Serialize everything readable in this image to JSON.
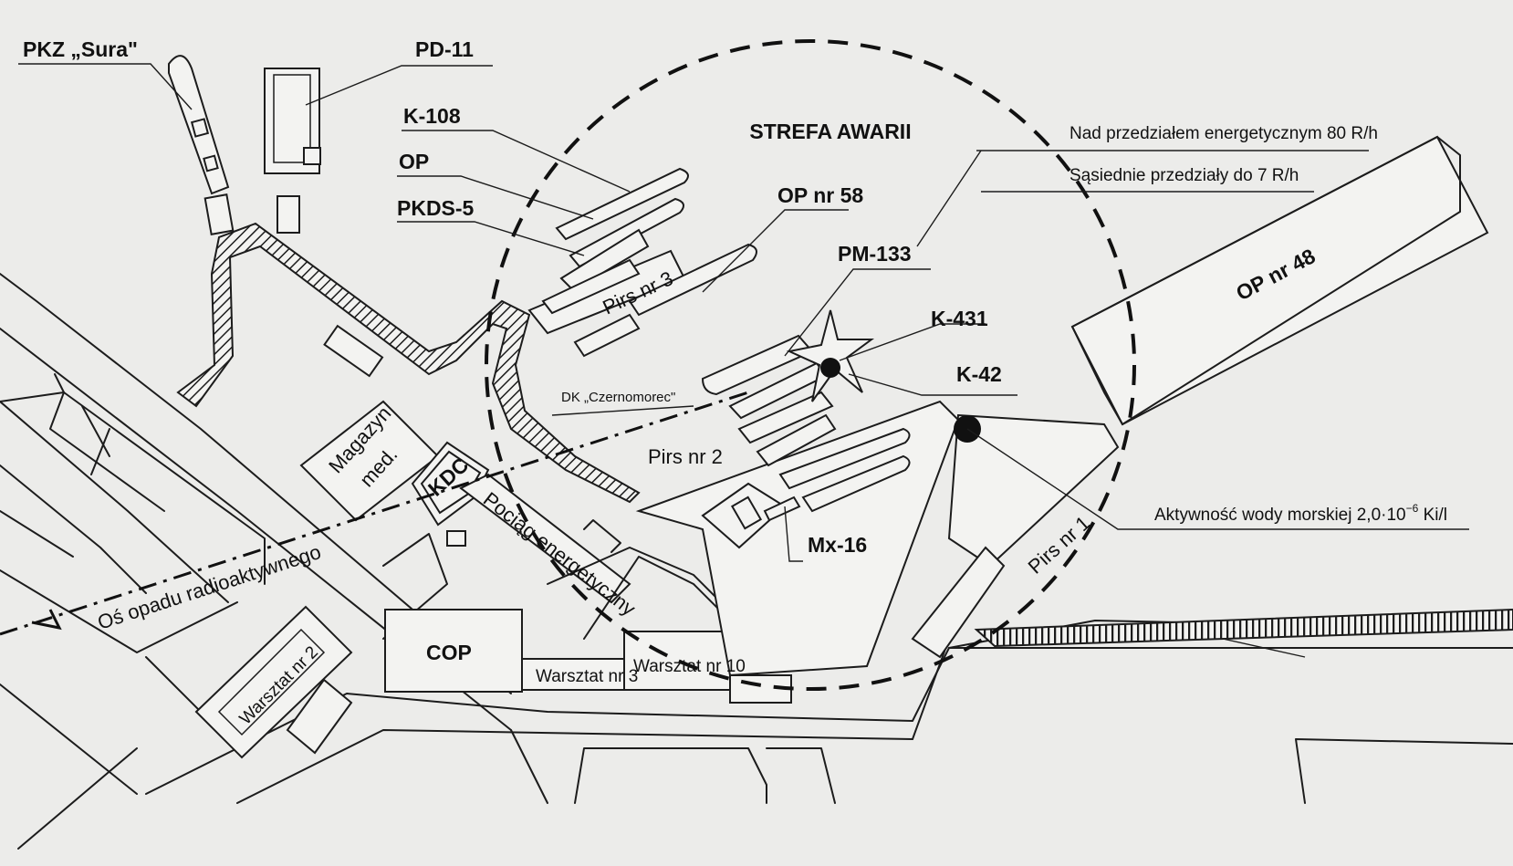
{
  "title": "STREFA AWARII",
  "radiation": {
    "line1": "Nad przedziałem energetycznym 80 R/h",
    "line2": "Sąsiednie przedziały do 7 R/h",
    "water": "Aktywność wody morskiej 2,0·10",
    "water_exp": "−6",
    "water_unit": " Ki/l"
  },
  "vessels": {
    "pkz_sura": "PKZ „Sura\"",
    "pd11": "PD-11",
    "k108": "K-108",
    "op": "OP",
    "pkds5": "PKDS-5",
    "op58": "OP nr 58",
    "pm133": "PM-133",
    "k431": "K-431",
    "k42": "K-42",
    "mx16": "Mx-16",
    "op48": "OP nr 48",
    "dk_czernomorec": "DK „Czernomorec\""
  },
  "piers": {
    "pirs3": "Pirs nr 3",
    "pirs2": "Pirs nr 2",
    "pirs1": "Pirs nr 1"
  },
  "buildings": {
    "magazyn": "Magazyn",
    "magazyn2": "med.",
    "kdc": "KDC",
    "pociag": "Pociąg energetyczny",
    "cop": "COP",
    "warsztat3": "Warsztat nr 3",
    "warsztat10": "Warsztat nr 10",
    "warsztat2": "Warsztat nr 2"
  },
  "axis_label": "Oś opadu radioaktywnego"
}
